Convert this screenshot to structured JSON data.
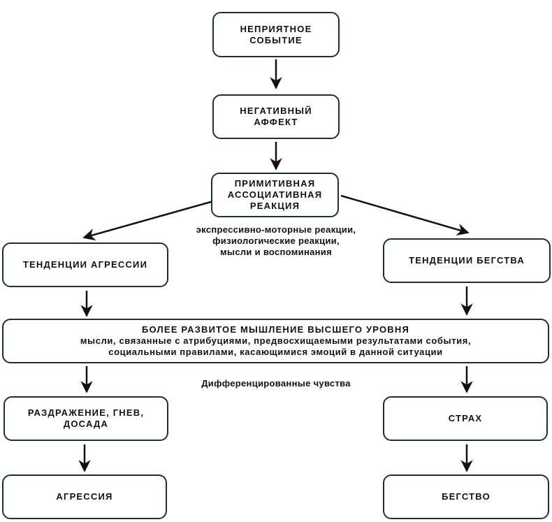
{
  "diagram": {
    "boxes": {
      "unpleasant_event": [
        "НЕПРИЯТНОЕ",
        "СОБЫТИЕ"
      ],
      "negative_affect": [
        "НЕГАТИВНЫЙ",
        "АФФЕКТ"
      ],
      "primitive_reaction": [
        "ПРИМИТИВНАЯ",
        "АССОЦИАТИВНАЯ",
        "РЕАКЦИЯ"
      ],
      "aggression_tendencies": [
        "ТЕНДЕНЦИИ АГРЕССИИ"
      ],
      "flight_tendencies": [
        "ТЕНДЕНЦИИ БЕГСТВА"
      ],
      "higher_thinking": {
        "title": "БОЛЕЕ РАЗВИТОЕ МЫШЛЕНИЕ ВЫСШЕГО УРОВНЯ",
        "lines": [
          "мысли, связанные с атрибуциями, предвосхищаемыми результатами события,",
          "социальными правилами, касающимися эмоций в данной ситуации"
        ]
      },
      "irritation_anger": [
        "РАЗДРАЖЕНИЕ, ГНЕВ,",
        "ДОСАДА"
      ],
      "fear": [
        "СТРАХ"
      ],
      "aggression": [
        "АГРЕССИЯ"
      ],
      "flight": [
        "БЕГСТВО"
      ]
    },
    "notes": {
      "reactions": [
        "экспрессивно-моторные реакции,",
        "физиологические реакции,",
        "мысли и воспоминания"
      ],
      "differentiated_feelings": "Дифференцированные чувства"
    }
  }
}
